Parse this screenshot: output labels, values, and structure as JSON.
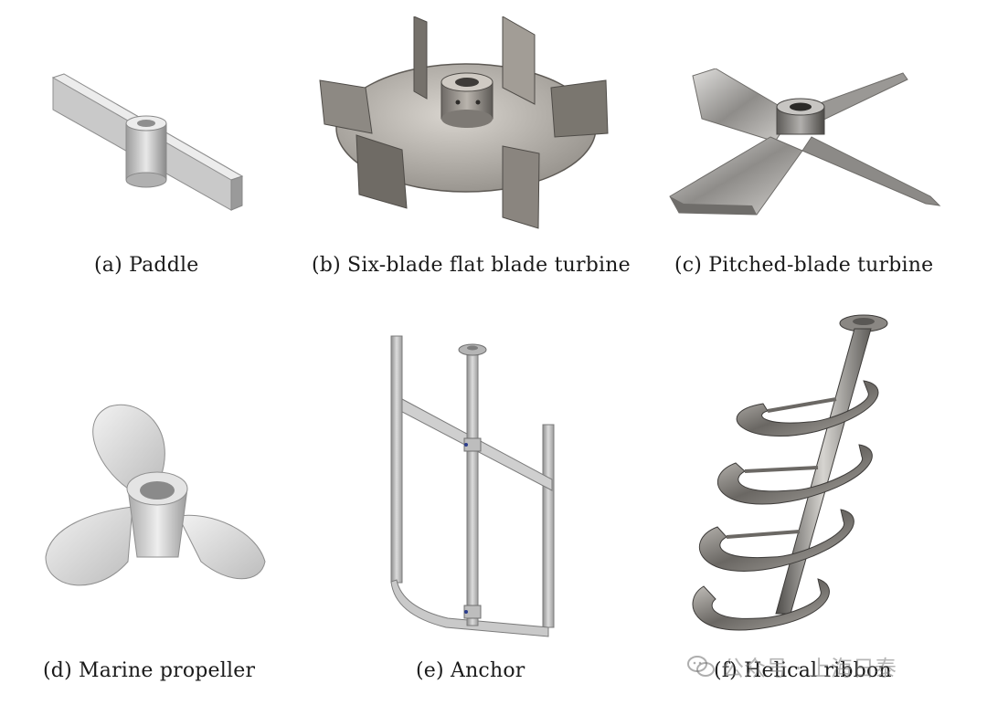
{
  "figure": {
    "panels": [
      {
        "label": "(a) Paddle",
        "icon": "paddle-impeller-icon"
      },
      {
        "label": "(b) Six-blade flat blade turbine",
        "icon": "flat-blade-turbine-icon"
      },
      {
        "label": "(c) Pitched-blade turbine",
        "icon": "pitched-blade-turbine-icon"
      },
      {
        "label": "(d) Marine propeller",
        "icon": "marine-propeller-icon"
      },
      {
        "label": "(e) Anchor",
        "icon": "anchor-impeller-icon"
      },
      {
        "label": "(f) Helical ribbon",
        "icon": "helical-ribbon-icon"
      }
    ]
  },
  "watermark": {
    "text": "公众号 · 上海日泰",
    "icon": "wechat-logo-icon"
  }
}
